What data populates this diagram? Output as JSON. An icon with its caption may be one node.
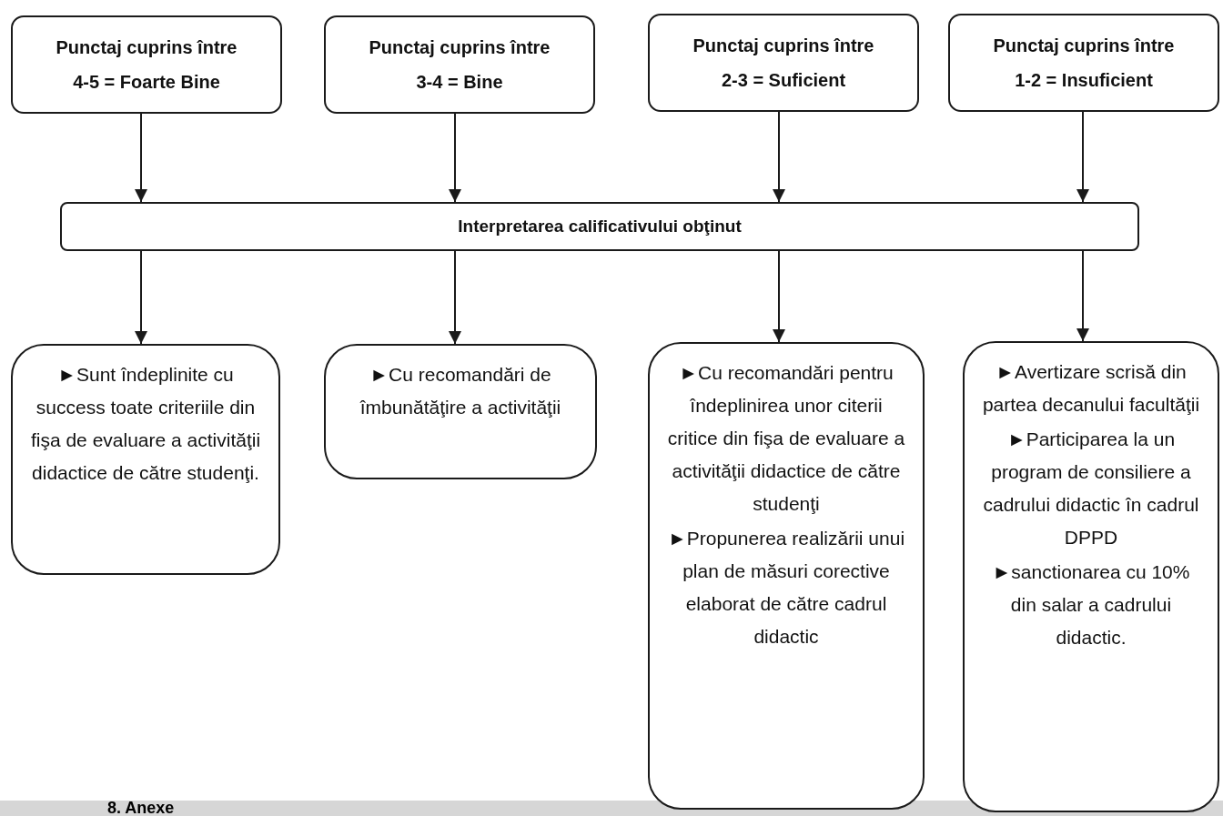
{
  "diagram": {
    "nodes": [
      {
        "text": [
          "Punctaj cuprins între",
          "4-5 = Foarte Bine"
        ]
      },
      {
        "text": [
          "Punctaj cuprins între",
          "3-4 = Bine"
        ]
      },
      {
        "text": [
          "Punctaj cuprins între",
          "2-3 = Suficient"
        ]
      },
      {
        "text": [
          "Punctaj cuprins între",
          "1-2 = Insuficient"
        ]
      },
      {
        "text": [
          "Interpretarea calificativului obţinut"
        ]
      },
      {
        "text": [
          "►Sunt îndeplinite cu success toate criteriile din fişa de evaluare a activităţii didactice de către studenţi."
        ]
      },
      {
        "text": [
          "►Cu recomandări de îmbunătăţire a activităţii"
        ]
      },
      {
        "text": [
          "►Cu recomandări pentru îndeplinirea unor citerii critice din fişa de evaluare a activităţii didactice de către studenţi",
          "►Propunerea realizării unui plan de măsuri corective elaborat de către cadrul didactic"
        ]
      },
      {
        "text": [
          "►Avertizare scrisă din partea decanului facultăţii",
          "►Participarea la un program de consiliere a cadrului didactic în cadrul DPPD",
          "►sanctionarea cu 10% din salar a cadrului didactic."
        ]
      }
    ],
    "edges": [
      {
        "from": 0,
        "to": 4,
        "arrow": "to"
      },
      {
        "from": 1,
        "to": 4,
        "arrow": "to"
      },
      {
        "from": 2,
        "to": 4,
        "arrow": "to"
      },
      {
        "from": 3,
        "to": 4,
        "arrow": "to"
      },
      {
        "from": 4,
        "to": 5,
        "arrow": "to"
      },
      {
        "from": 4,
        "to": 6,
        "arrow": "to"
      },
      {
        "from": 4,
        "to": 7,
        "arrow": "to"
      },
      {
        "from": 4,
        "to": 8,
        "arrow": "to"
      }
    ],
    "labels": [
      "8. Anexe"
    ]
  }
}
